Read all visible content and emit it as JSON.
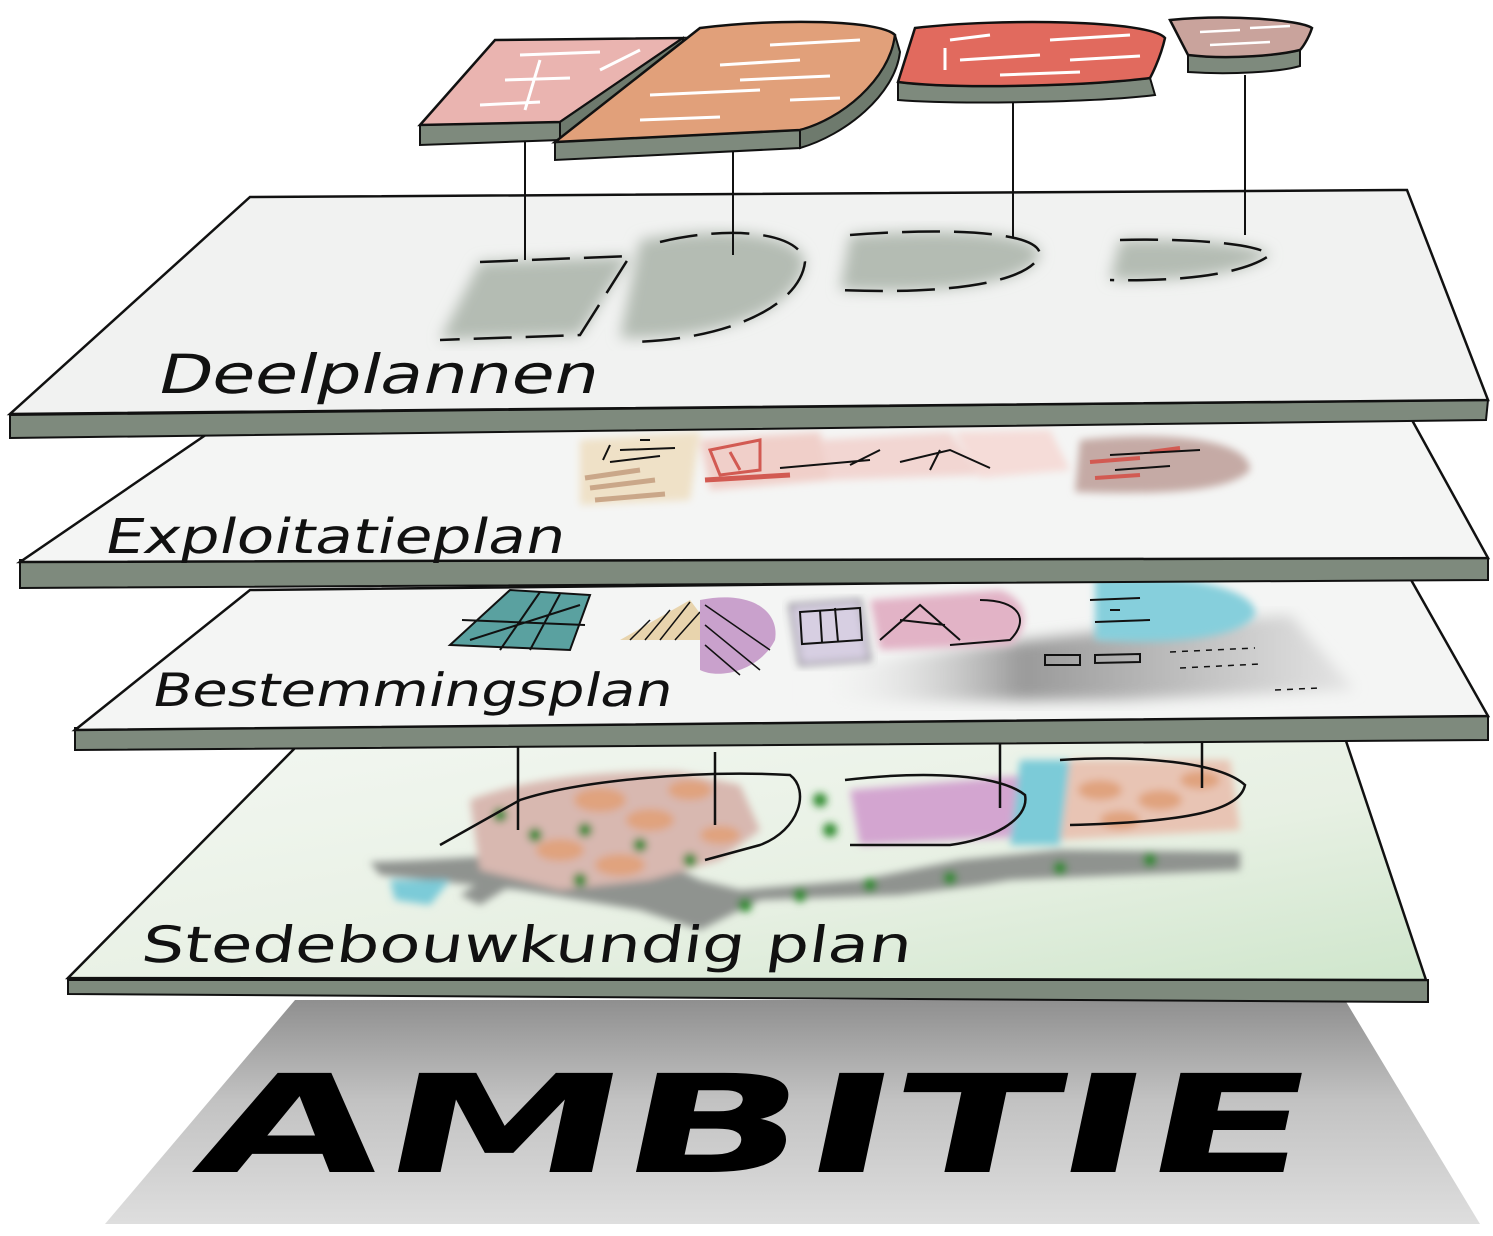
{
  "layers": {
    "deelplannen": {
      "label": "Deelplannen"
    },
    "exploitatieplan": {
      "label": "Exploitatieplan"
    },
    "bestemmingsplan": {
      "label": "Bestemmingsplan"
    },
    "stedebouwkundig": {
      "label": "Stedebouwkundig plan"
    },
    "ambitie": {
      "label": "AMBITIE"
    }
  },
  "colors": {
    "sheet": "#f1f2f1",
    "sheet_edge": "#7e8a7d",
    "plan_pink": "#eab4b0",
    "plan_orange": "#e1a07a",
    "plan_red": "#e16a5e",
    "plan_mauve": "#c9a39c",
    "shadow_grey": "#b9bfb8",
    "green_plan": "#dcebd8",
    "ambitie_grey": "#c8c8c8"
  }
}
